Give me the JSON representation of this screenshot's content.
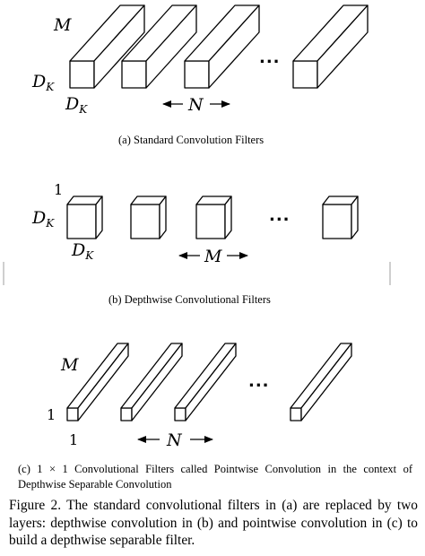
{
  "panel_a": {
    "label_M": "M",
    "label_DK_side": "D",
    "label_DK_side_sub": "K",
    "label_DK_bottom": "D",
    "label_DK_bottom_sub": "K",
    "label_N": "N",
    "ellipsis": "...",
    "caption": "(a) Standard Convolution Filters"
  },
  "panel_b": {
    "label_1": "1",
    "label_DK_side": "D",
    "label_DK_side_sub": "K",
    "label_DK_bottom": "D",
    "label_DK_bottom_sub": "K",
    "label_M": "M",
    "ellipsis": "...",
    "caption": "(b) Depthwise Convolutional Filters"
  },
  "panel_c": {
    "label_M": "M",
    "label_1_side": "1",
    "label_1_bottom": "1",
    "label_N": "N",
    "ellipsis": "...",
    "caption": "(c) 1 × 1 Convolutional Filters called Pointwise Convolution in the context of Depthwise Separable Convolution"
  },
  "figure_caption": "Figure 2. The standard convolutional filters in (a) are replaced by two layers: depthwise convolution in (b) and pointwise convolution in (c) to build a depthwise separable filter."
}
